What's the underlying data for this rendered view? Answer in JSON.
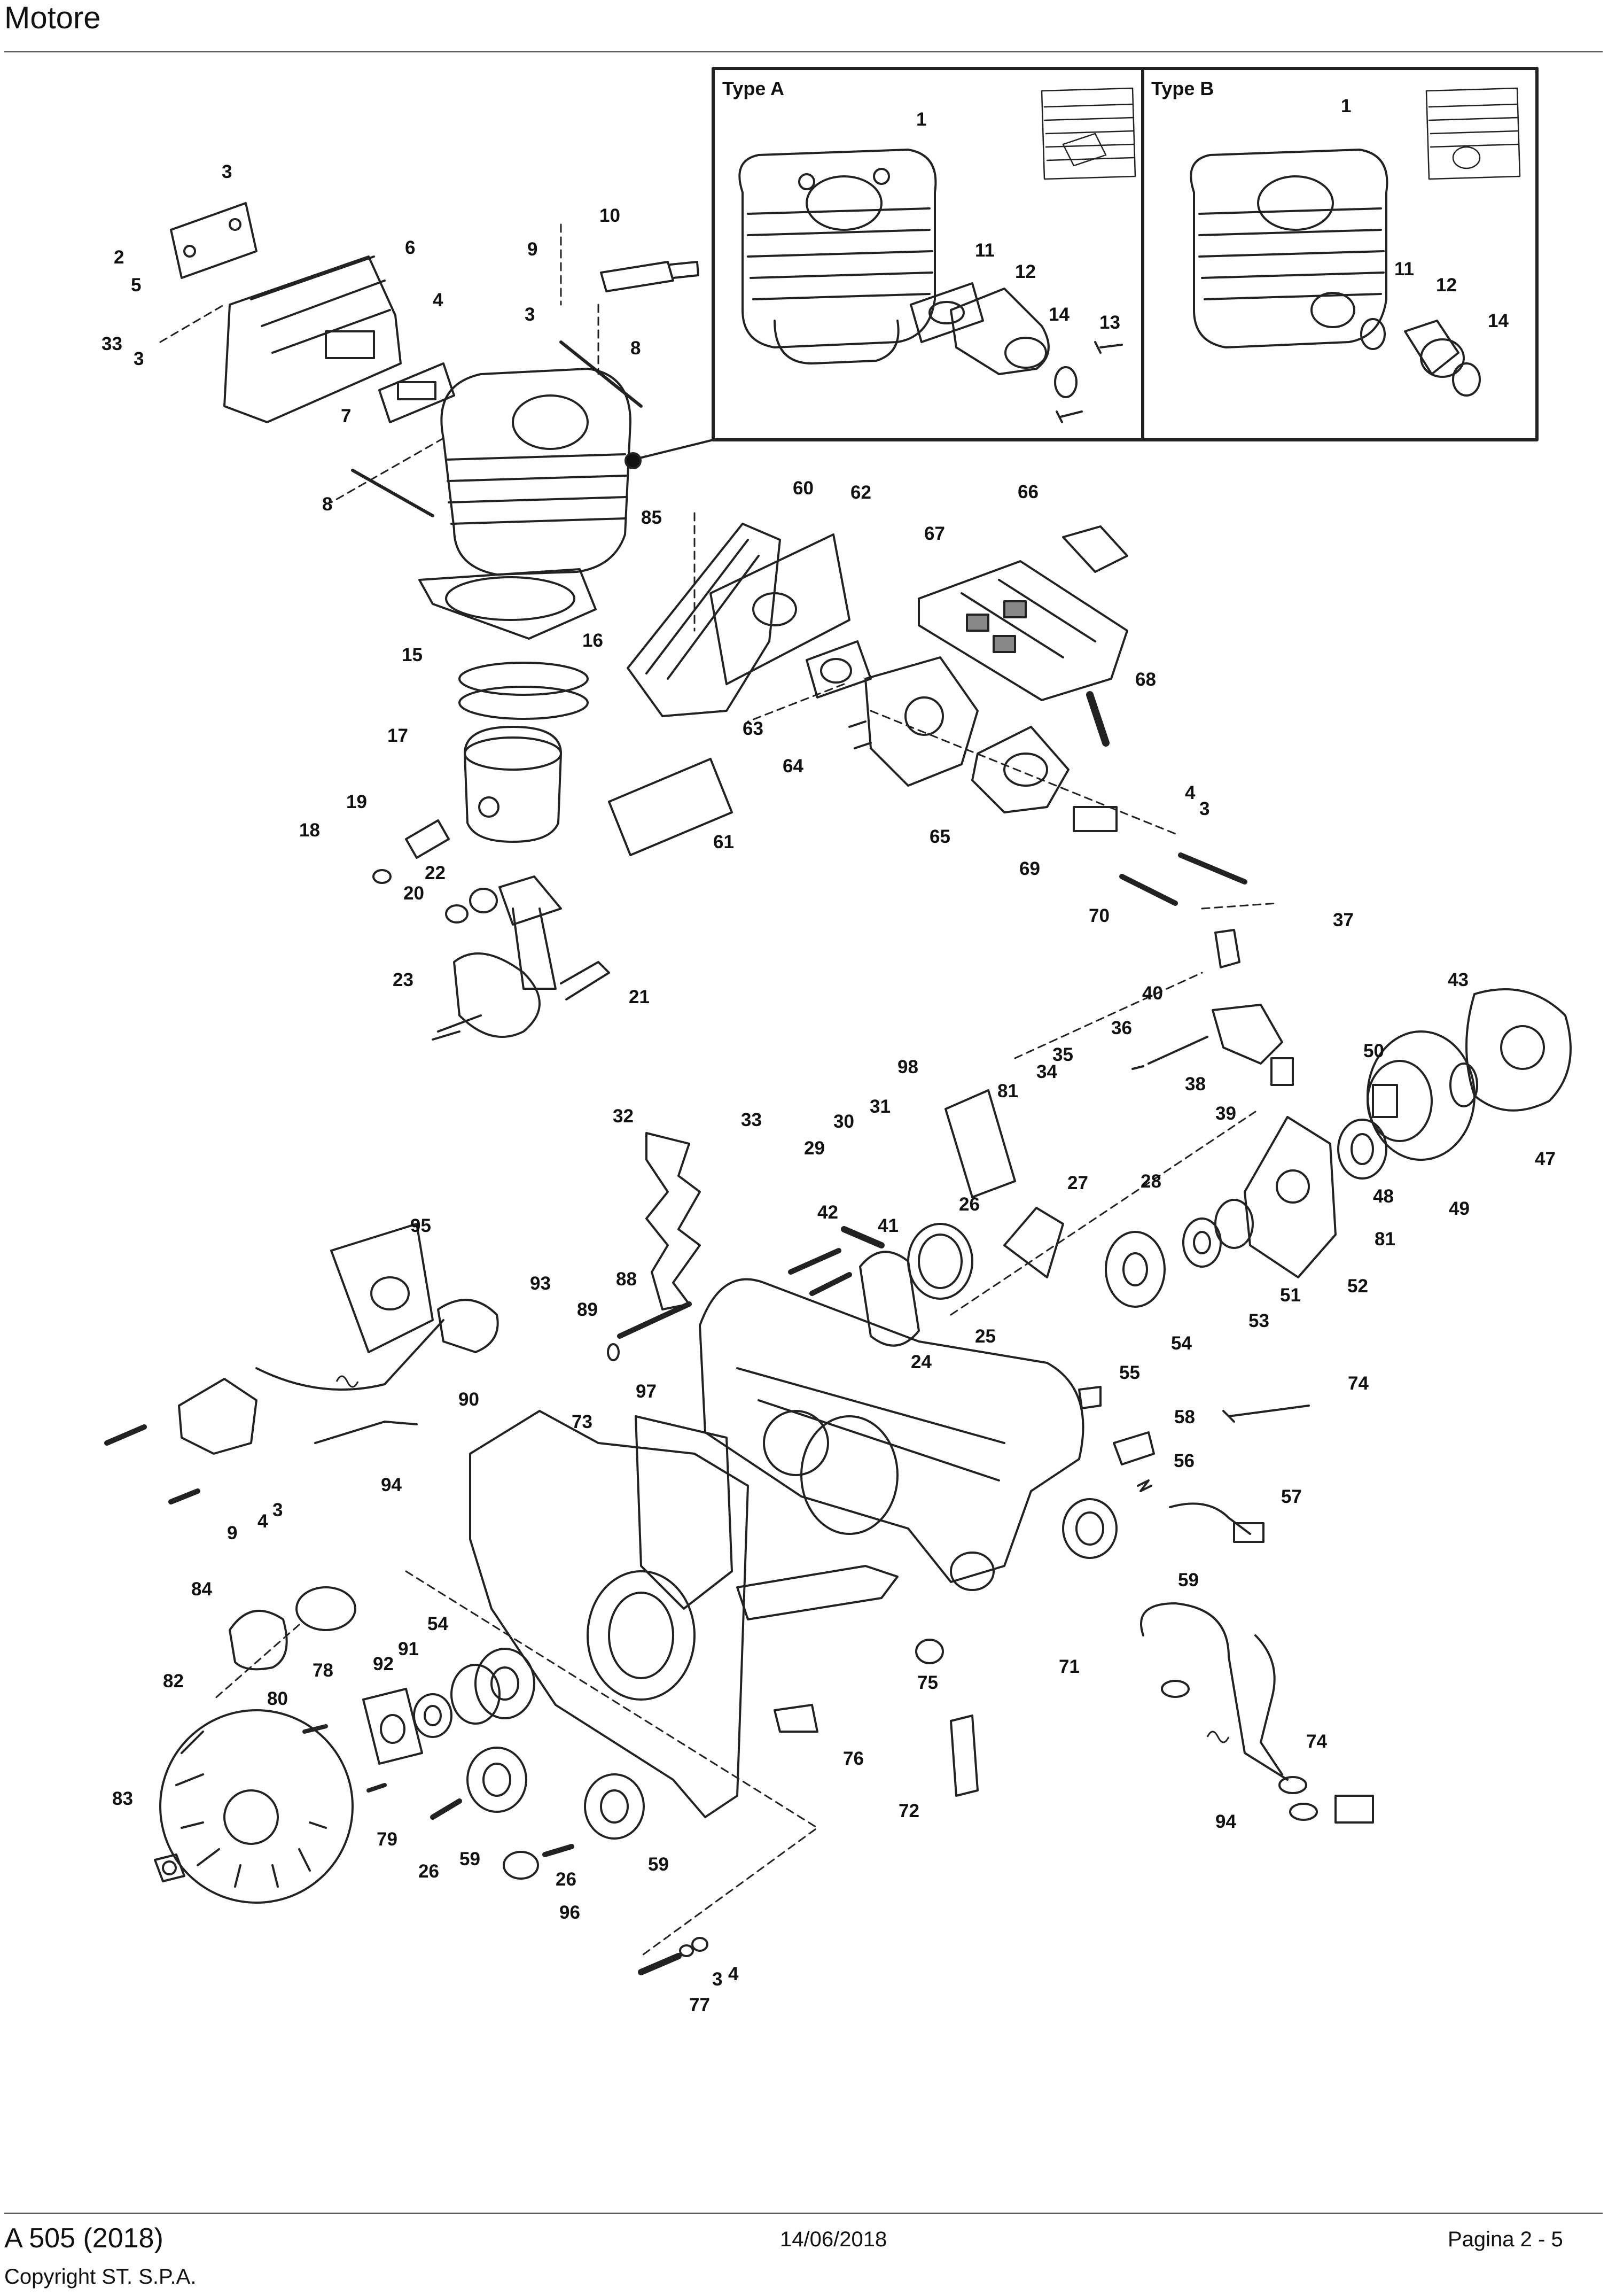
{
  "header": {
    "title": "Motore"
  },
  "insets": [
    {
      "label": "Type A"
    },
    {
      "label": "Type B"
    }
  ],
  "callouts": [
    {
      "id": "1a",
      "text": "1"
    },
    {
      "id": "11a",
      "text": "11"
    },
    {
      "id": "12a",
      "text": "12"
    },
    {
      "id": "14a",
      "text": "14"
    },
    {
      "id": "13a",
      "text": "13"
    },
    {
      "id": "1b",
      "text": "1"
    },
    {
      "id": "11b",
      "text": "11"
    },
    {
      "id": "12b",
      "text": "12"
    },
    {
      "id": "14b",
      "text": "14"
    },
    {
      "id": "3a",
      "text": "3"
    },
    {
      "id": "2",
      "text": "2"
    },
    {
      "id": "5",
      "text": "5"
    },
    {
      "id": "6",
      "text": "6"
    },
    {
      "id": "33a",
      "text": "33"
    },
    {
      "id": "3b",
      "text": "3"
    },
    {
      "id": "10",
      "text": "10"
    },
    {
      "id": "9a",
      "text": "9"
    },
    {
      "id": "4a",
      "text": "4"
    },
    {
      "id": "3c",
      "text": "3"
    },
    {
      "id": "8a",
      "text": "8"
    },
    {
      "id": "7",
      "text": "7"
    },
    {
      "id": "8b",
      "text": "8"
    },
    {
      "id": "85",
      "text": "85"
    },
    {
      "id": "60",
      "text": "60"
    },
    {
      "id": "62",
      "text": "62"
    },
    {
      "id": "66",
      "text": "66"
    },
    {
      "id": "67",
      "text": "67"
    },
    {
      "id": "15",
      "text": "15"
    },
    {
      "id": "16",
      "text": "16"
    },
    {
      "id": "17",
      "text": "17"
    },
    {
      "id": "68",
      "text": "68"
    },
    {
      "id": "63",
      "text": "63"
    },
    {
      "id": "64",
      "text": "64"
    },
    {
      "id": "61",
      "text": "61"
    },
    {
      "id": "65",
      "text": "65"
    },
    {
      "id": "4b",
      "text": "4"
    },
    {
      "id": "3d",
      "text": "3"
    },
    {
      "id": "69",
      "text": "69"
    },
    {
      "id": "70",
      "text": "70"
    },
    {
      "id": "19",
      "text": "19"
    },
    {
      "id": "18",
      "text": "18"
    },
    {
      "id": "22",
      "text": "22"
    },
    {
      "id": "20",
      "text": "20"
    },
    {
      "id": "23",
      "text": "23"
    },
    {
      "id": "21",
      "text": "21"
    },
    {
      "id": "37",
      "text": "37"
    },
    {
      "id": "40",
      "text": "40"
    },
    {
      "id": "43",
      "text": "43"
    },
    {
      "id": "36",
      "text": "36"
    },
    {
      "id": "98",
      "text": "98"
    },
    {
      "id": "35",
      "text": "35"
    },
    {
      "id": "34",
      "text": "34"
    },
    {
      "id": "81a",
      "text": "81"
    },
    {
      "id": "50",
      "text": "50"
    },
    {
      "id": "38",
      "text": "38"
    },
    {
      "id": "39",
      "text": "39"
    },
    {
      "id": "47",
      "text": "47"
    },
    {
      "id": "32",
      "text": "32"
    },
    {
      "id": "33b",
      "text": "33"
    },
    {
      "id": "30",
      "text": "30"
    },
    {
      "id": "31",
      "text": "31"
    },
    {
      "id": "29",
      "text": "29"
    },
    {
      "id": "42",
      "text": "42"
    },
    {
      "id": "41",
      "text": "41"
    },
    {
      "id": "26a",
      "text": "26"
    },
    {
      "id": "27",
      "text": "27"
    },
    {
      "id": "28",
      "text": "28"
    },
    {
      "id": "48",
      "text": "48"
    },
    {
      "id": "49",
      "text": "49"
    },
    {
      "id": "81b",
      "text": "81"
    },
    {
      "id": "52",
      "text": "52"
    },
    {
      "id": "51",
      "text": "51"
    },
    {
      "id": "53",
      "text": "53"
    },
    {
      "id": "24",
      "text": "24"
    },
    {
      "id": "25",
      "text": "25"
    },
    {
      "id": "54a",
      "text": "54"
    },
    {
      "id": "95",
      "text": "95"
    },
    {
      "id": "93",
      "text": "93"
    },
    {
      "id": "88",
      "text": "88"
    },
    {
      "id": "89",
      "text": "89"
    },
    {
      "id": "97",
      "text": "97"
    },
    {
      "id": "55",
      "text": "55"
    },
    {
      "id": "74a",
      "text": "74"
    },
    {
      "id": "90",
      "text": "90"
    },
    {
      "id": "73",
      "text": "73"
    },
    {
      "id": "58",
      "text": "58"
    },
    {
      "id": "56",
      "text": "56"
    },
    {
      "id": "57",
      "text": "57"
    },
    {
      "id": "94a",
      "text": "94"
    },
    {
      "id": "9b",
      "text": "9"
    },
    {
      "id": "4c",
      "text": "4"
    },
    {
      "id": "3e",
      "text": "3"
    },
    {
      "id": "59a",
      "text": "59"
    },
    {
      "id": "84",
      "text": "84"
    },
    {
      "id": "54b",
      "text": "54"
    },
    {
      "id": "91",
      "text": "91"
    },
    {
      "id": "92",
      "text": "92"
    },
    {
      "id": "78",
      "text": "78"
    },
    {
      "id": "82",
      "text": "82"
    },
    {
      "id": "80",
      "text": "80"
    },
    {
      "id": "75",
      "text": "75"
    },
    {
      "id": "71",
      "text": "71"
    },
    {
      "id": "76",
      "text": "76"
    },
    {
      "id": "74b",
      "text": "74"
    },
    {
      "id": "83",
      "text": "83"
    },
    {
      "id": "79",
      "text": "79"
    },
    {
      "id": "26b",
      "text": "26"
    },
    {
      "id": "59b",
      "text": "59"
    },
    {
      "id": "26c",
      "text": "26"
    },
    {
      "id": "59c",
      "text": "59"
    },
    {
      "id": "72",
      "text": "72"
    },
    {
      "id": "94b",
      "text": "94"
    },
    {
      "id": "96",
      "text": "96"
    },
    {
      "id": "4d",
      "text": "4"
    },
    {
      "id": "3f",
      "text": "3"
    },
    {
      "id": "77",
      "text": "77"
    }
  ],
  "footer": {
    "model": "A 505 (2018)",
    "date": "14/06/2018",
    "page": "Pagina 2 - 5",
    "copyright": "Copyright ST. S.P.A."
  }
}
